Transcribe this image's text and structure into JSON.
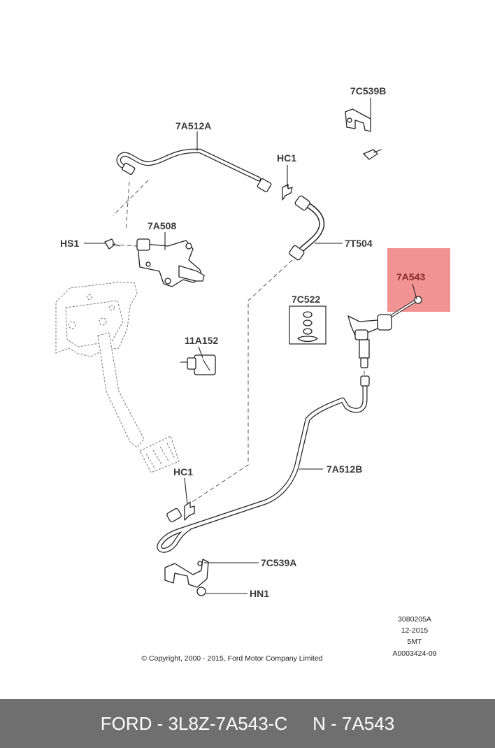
{
  "labels": {
    "l_7c539b": "7C539B",
    "l_7a512a": "7A512A",
    "l_hc1_top": "HC1",
    "l_7a508": "7A508",
    "l_hs1": "HS1",
    "l_7t504": "7T504",
    "l_7a543": "7A543",
    "l_7c522": "7C522",
    "l_11a152": "11A152",
    "l_hc1_bottom": "HC1",
    "l_7a512b": "7A512B",
    "l_7c539a": "7C539A",
    "l_hn1": "HN1"
  },
  "info": {
    "code": "3080205A",
    "date": "12-2015",
    "trans": "5MT",
    "ref": "A0003424-09"
  },
  "copyright": "© Copyright, 2000 - 2015, Ford Motor Company Limited",
  "highlight_color": "#f08080",
  "footer": {
    "part": "FORD - 3L8Z-7A543-C",
    "ref": "N - 7A543"
  }
}
